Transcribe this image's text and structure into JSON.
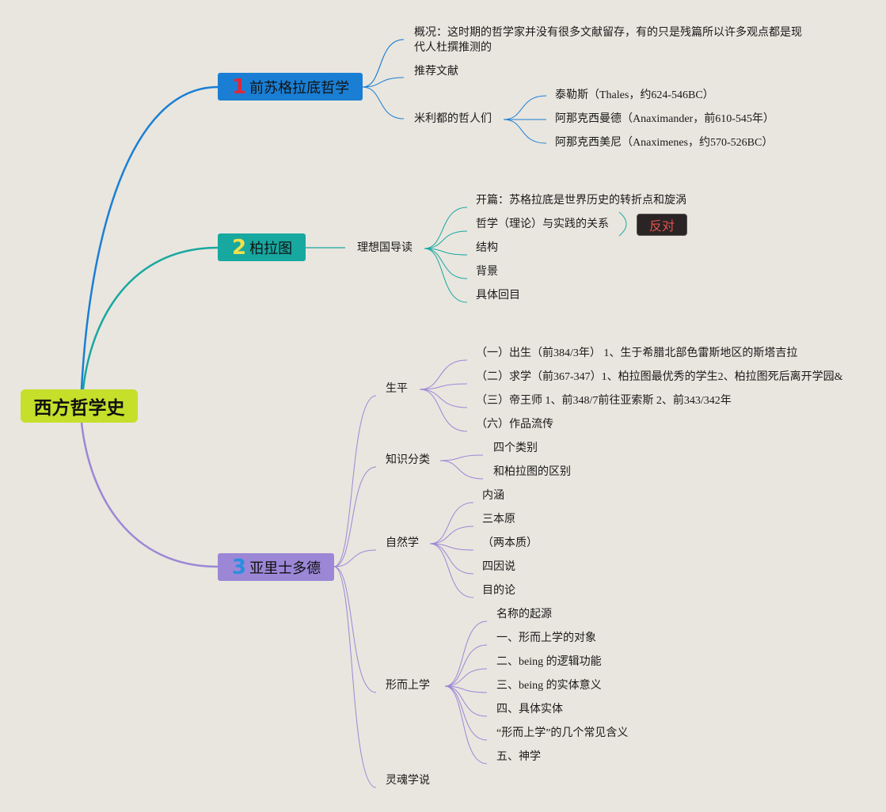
{
  "root": "西方哲学史",
  "colors": {
    "root": "#c5df2a",
    "branch1": "#1a7fd4",
    "branch2": "#17a8a0",
    "branch3": "#9b87d6",
    "tag_bg": "#2b2424",
    "tag_text": "#e55050"
  },
  "branches": [
    {
      "number": "1",
      "label": "前苏格拉底哲学",
      "children": [
        {
          "line1": "概况：这时期的哲学家并没有很多文献留存，有的只是残篇所以许多观点都是现",
          "line2": "代人杜撰推测的"
        },
        {
          "label": "推荐文献"
        },
        {
          "label": "米利都的哲人们",
          "children": [
            "泰勒斯（Thales，约624-546BC）",
            "阿那克西曼德（Anaximander，前610-545年）",
            "阿那克西美尼（Anaximenes，约570-526BC）"
          ]
        }
      ]
    },
    {
      "number": "2",
      "label": "柏拉图",
      "children": [
        {
          "label": "理想国导读",
          "children": [
            "开篇：苏格拉底是世界历史的转折点和旋涡",
            "哲学（理论）与实践的关系",
            "结构",
            "背景",
            "具体回目"
          ],
          "tag": "反对"
        }
      ]
    },
    {
      "number": "3",
      "label": "亚里士多德",
      "children": [
        {
          "label": "生平",
          "children": [
            "（一）出生（前384/3年） 1、生于希腊北部色雷斯地区的斯塔吉拉",
            "（二）求学（前367-347）1、柏拉图最优秀的学生2、柏拉图死后离开学园&",
            "（三）帝王师 1、前348/7前往亚索斯 2、前343/342年",
            "（六）作品流传"
          ]
        },
        {
          "label": "知识分类",
          "children": [
            "四个类别",
            "和柏拉图的区别"
          ]
        },
        {
          "label": "自然学",
          "children": [
            "内涵",
            "三本原",
            "（两本质）",
            "四因说",
            "目的论"
          ]
        },
        {
          "label": "形而上学",
          "children": [
            "名称的起源",
            "一、形而上学的对象",
            "二、being 的逻辑功能",
            "三、being 的实体意义",
            "四、具体实体",
            "“形而上学”的几个常见含义",
            "五、神学"
          ]
        },
        {
          "label": "灵魂学说"
        }
      ]
    }
  ]
}
